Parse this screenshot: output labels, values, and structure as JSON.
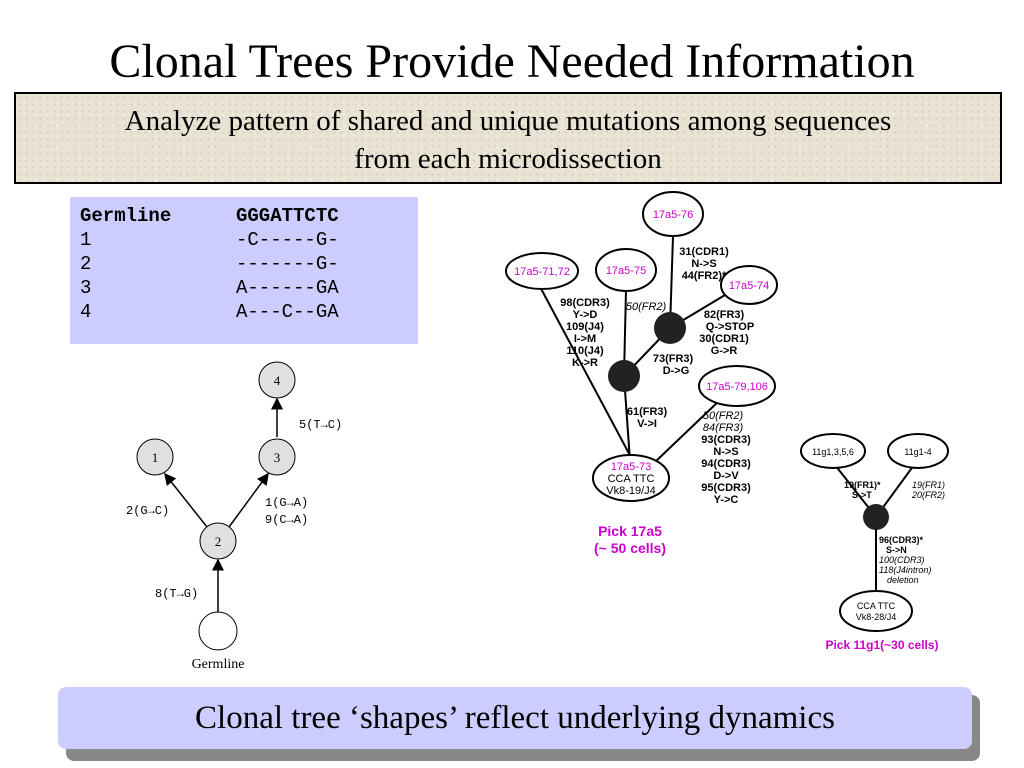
{
  "title": "Clonal Trees Provide Needed Information",
  "subtitle": {
    "line1": "Analyze pattern of shared and unique mutations among sequences",
    "line2": "from each microdissection"
  },
  "sequence_table": {
    "header": {
      "label": "Germline",
      "seq": "GGGATTCTC"
    },
    "rows": [
      {
        "label": "1",
        "seq": "-C-----G-"
      },
      {
        "label": "2",
        "seq": "-------G-"
      },
      {
        "label": "3",
        "seq": "A------GA"
      },
      {
        "label": "4",
        "seq": "A---C--GA"
      }
    ]
  },
  "simple_tree": {
    "nodes": {
      "n1": "1",
      "n2": "2",
      "n3": "3",
      "n4": "4",
      "root": "Germline"
    },
    "edges": {
      "e8": "8(T→G)",
      "e2": "2(G→C)",
      "e1": "1(G→A)",
      "e9": "9(C→A)",
      "e5": "5(T→C)"
    }
  },
  "tree_17a5": {
    "nodes": {
      "top": "17a5-76",
      "left": "17a5-71,72",
      "mid": "17a5-75",
      "right": "17a5-74",
      "r2": "17a5-79,106",
      "root_id": "17a5-73",
      "root_l2": "CCA TTC",
      "root_l3": "Vk8-19/J4"
    },
    "labels": {
      "a1": "31(CDR1)",
      "a2": "N->S",
      "a3": "44(FR2)*",
      "b1": "98(CDR3)",
      "b2": "Y->D",
      "b3": "109(J4)",
      "b4": "I->M",
      "b5": "110(J4)",
      "b6": "K->R",
      "c1": "50(FR2)",
      "d1": "82(FR3)",
      "d2": "Q->STOP",
      "d3": "30(CDR1)",
      "d4": "G->R",
      "e1": "73(FR3)",
      "e2": "D->G",
      "f1": "61(FR3)",
      "f2": "V->I",
      "g1": "50(FR2)",
      "g2": "84(FR3)",
      "g3": "93(CDR3)",
      "g4": "N->S",
      "g5": "94(CDR3)",
      "g6": "D->V",
      "g7": "95(CDR3)",
      "g8": "Y->C"
    },
    "caption_line1": "Pick 17a5",
    "caption_line2": "(~ 50 cells)"
  },
  "tree_11g1": {
    "nodes": {
      "left": "11g1,3,5,6",
      "right": "11g1-4",
      "root_l1": "CCA TTC",
      "root_l2": "Vk8-28/J4"
    },
    "labels": {
      "a1": "19(FR1)*",
      "a2": "S->T",
      "b1": "19(FR1)",
      "b2": "20(FR2)",
      "c1": "96(CDR3)*",
      "c2": "S->N",
      "c3": "100(CDR3)",
      "c4": "118(J4intron)",
      "c5": "deletion"
    },
    "caption": "Pick 11g1(~30 cells)"
  },
  "bottom_banner": "Clonal tree ‘shapes’ reflect underlying dynamics",
  "colors": {
    "accent_box": "#ccccff",
    "node_label": "#cc00cc",
    "caption": "#cc00cc"
  }
}
